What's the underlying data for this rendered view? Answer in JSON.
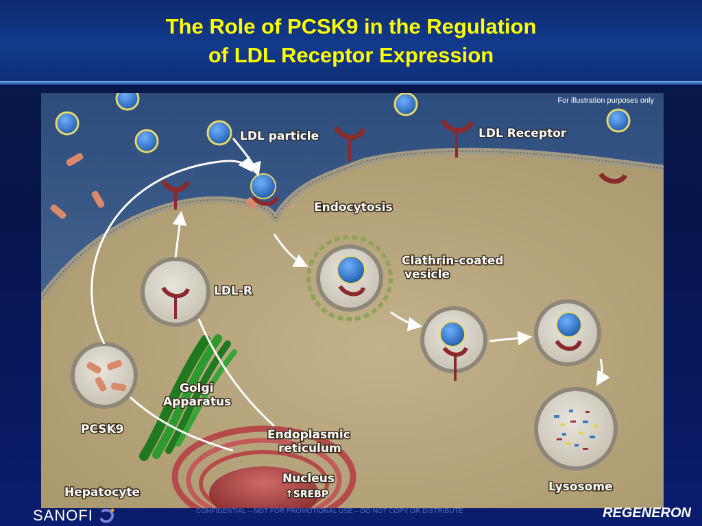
{
  "slide": {
    "title_line1": "The Role of PCSK9 in the Regulation",
    "title_line2": "of LDL Receptor Expression"
  },
  "figure": {
    "disclaimer": "For illustration purposes only",
    "labels": {
      "ldl_particle": "LDL particle",
      "ldl_receptor": "LDL Receptor",
      "endocytosis": "Endocytosis",
      "clathrin_line1": "Clathrin-coated",
      "clathrin_line2": "vesicle",
      "ldl_r": "LDL-R",
      "golgi_line1": "Golgi",
      "golgi_line2": "Apparatus",
      "pcsk9": "PCSK9",
      "er_line1": "Endoplasmic",
      "er_line2": "reticulum",
      "nucleus_line1": "Nucleus",
      "nucleus_line2": "↑SREBP",
      "lysosome": "Lysosome",
      "hepatocyte": "Hepatocyte"
    },
    "colors": {
      "extracellular": "#35557f",
      "cytoplasm": "#b8a57c",
      "membrane": "#a09a86",
      "receptor": "#8a2a2a",
      "pcsk9": "#d98a6a",
      "golgi": "#2e8a2e",
      "nucleus": "#b44a4a",
      "ldl_particle": "#3a7cc4",
      "arrows": "#ffffff"
    }
  },
  "footer": {
    "left_logo": "SANOFI",
    "confidential": "CONFIDENTIAL – NOT FOR PROMOTIONAL USE – DO NOT COPY OR DISTRIBUTE",
    "right_logo": "REGENERON"
  }
}
